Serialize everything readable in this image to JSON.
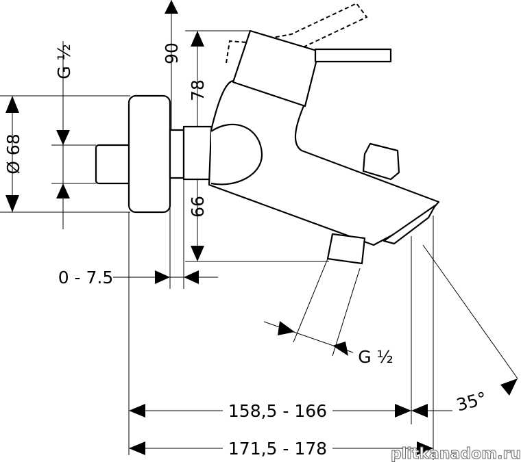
{
  "drawing": {
    "thread_left": "G ½",
    "diameter": "Ø 68",
    "height_90": "90",
    "height_78": "78",
    "height_66": "66",
    "offset": "0 - 7.5",
    "thread_outlet": "G ½",
    "width_1": "158,5 - 166",
    "width_2": "171,5 - 178",
    "angle": "35°"
  },
  "watermark": "plitkanadom.ru"
}
